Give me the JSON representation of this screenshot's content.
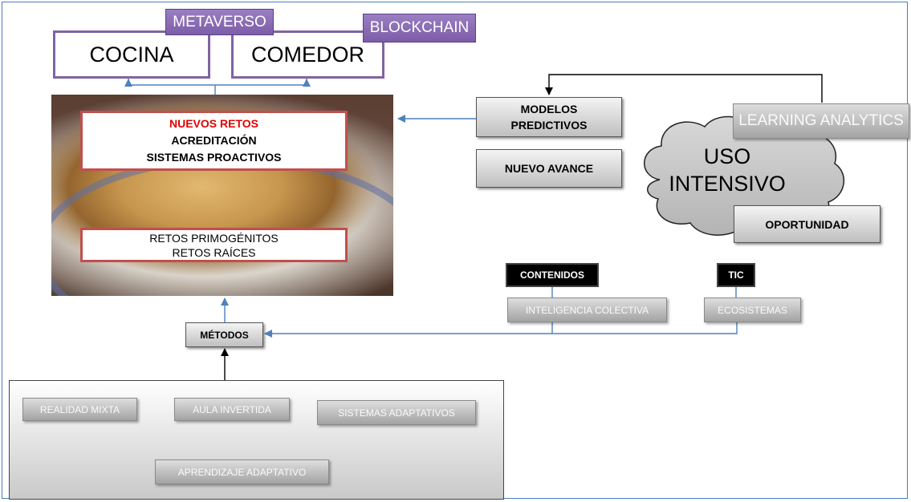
{
  "top": {
    "metaverso": "METAVERSO",
    "blockchain": "BLOCKCHAIN",
    "cocina": "COCINA",
    "comedor": "COMEDOR"
  },
  "photo": {
    "challenges": [
      "NUEVOS RETOS",
      "ACREDITACIÓN",
      "SISTEMAS PROACTIVOS"
    ],
    "roots": [
      "RETOS PRIMOGÉNITOS",
      "RETOS RAÍCES"
    ]
  },
  "right": {
    "modelos": [
      "MODELOS",
      "PREDICTIVOS"
    ],
    "nuevo_avance": "NUEVO AVANCE",
    "learning_analytics": "LEARNING ANALYTICS",
    "cloud": [
      "USO",
      "INTENSIVO"
    ],
    "oportunidad": "OPORTUNIDAD"
  },
  "middle": {
    "contenidos": "CONTENIDOS",
    "inteligencia": "INTELIGENCIA COLECTIVA",
    "tic": "TIC",
    "ecosistemas": "ECOSISTEMAS",
    "metodos": "MÉTODOS"
  },
  "bottom": {
    "realidad_mixta": "REALIDAD MIXTA",
    "aula_invertida": "AULA INVERTIDA",
    "sistemas_adaptativos": "SISTEMAS ADAPTATIVOS",
    "aprendizaje_adaptativo": "APRENDIZAJE ADAPTATIVO"
  },
  "colors": {
    "accent_purple": "#8064a2",
    "connector_blue": "#4f81bd",
    "highlight_red": "#e00000",
    "border_red": "#c0504d"
  }
}
